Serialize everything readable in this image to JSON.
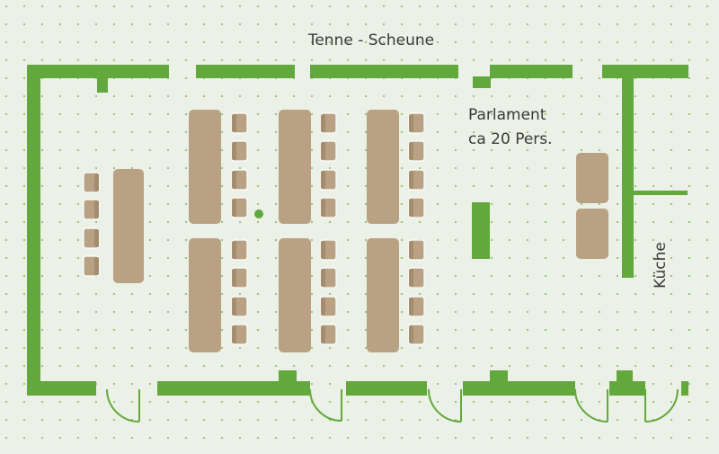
{
  "labels": {
    "top": "Tenne - Scheune",
    "room_line1": "Parlament",
    "room_line2": "ca 20 Pers.",
    "kitchen": "Küche"
  },
  "colors": {
    "background": "#ebf1e6",
    "wall": "#62a83c",
    "furniture": "#b9a283",
    "dot_grid": "#8fbf78",
    "chair_stroke": "#ffffff"
  }
}
